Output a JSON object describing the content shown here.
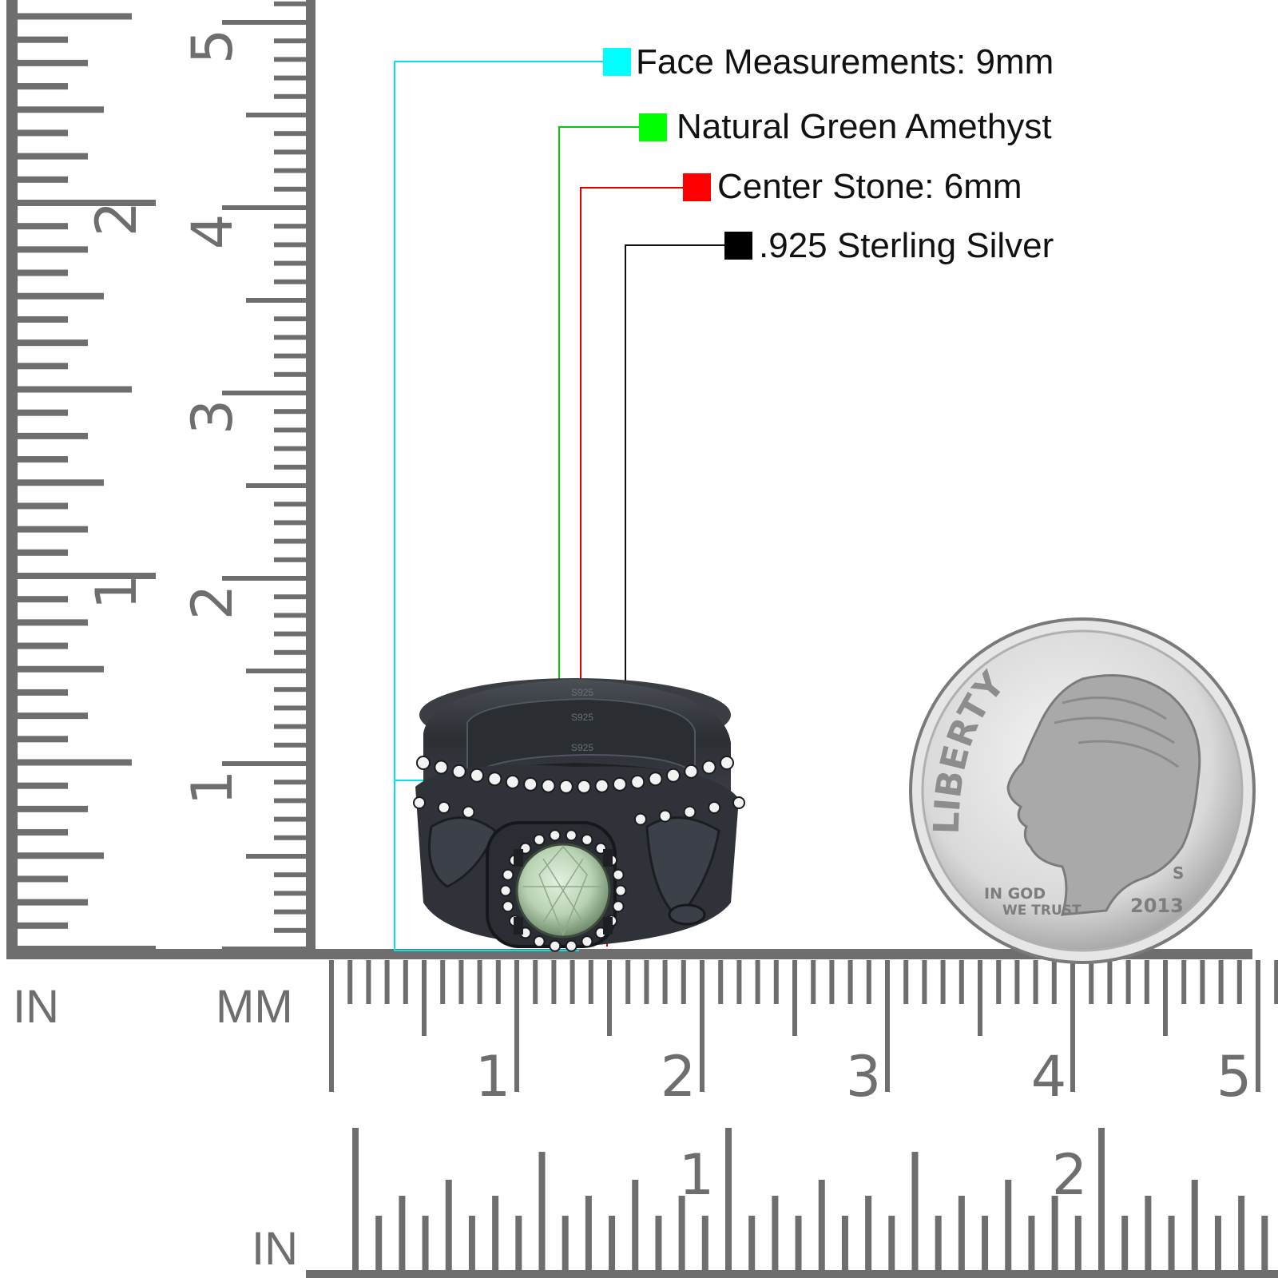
{
  "legend": [
    {
      "label": "Face Measurements: 9mm",
      "color": "#00ffff"
    },
    {
      "label": "Natural Green Amethyst",
      "color": "#00ff00"
    },
    {
      "label": "Center Stone: 6mm",
      "color": "#ff0000"
    },
    {
      "label": ".925 Sterling Silver",
      "color": "#000000"
    }
  ],
  "rulers": {
    "vertical": {
      "inch_labels": [
        "1",
        "2"
      ],
      "mm_labels": [
        "1",
        "2",
        "3",
        "4",
        "5"
      ],
      "inch_unit_label": "IN",
      "mm_unit_label": "MM"
    },
    "horizontal": {
      "mm_labels": [
        "1",
        "2",
        "3",
        "4",
        "5"
      ],
      "inch_labels": [
        "1",
        "2"
      ],
      "inch_unit_label": "IN"
    },
    "color": "#6e6e6e"
  },
  "ring": {
    "stamp": "S925",
    "metal_color": "#2f3238",
    "stone_color": "#bcd6b8"
  },
  "coin": {
    "word": "LIBERTY",
    "motto_1": "IN GOD",
    "motto_2": "WE TRUST",
    "year": "2013",
    "mint_mark": "S"
  }
}
